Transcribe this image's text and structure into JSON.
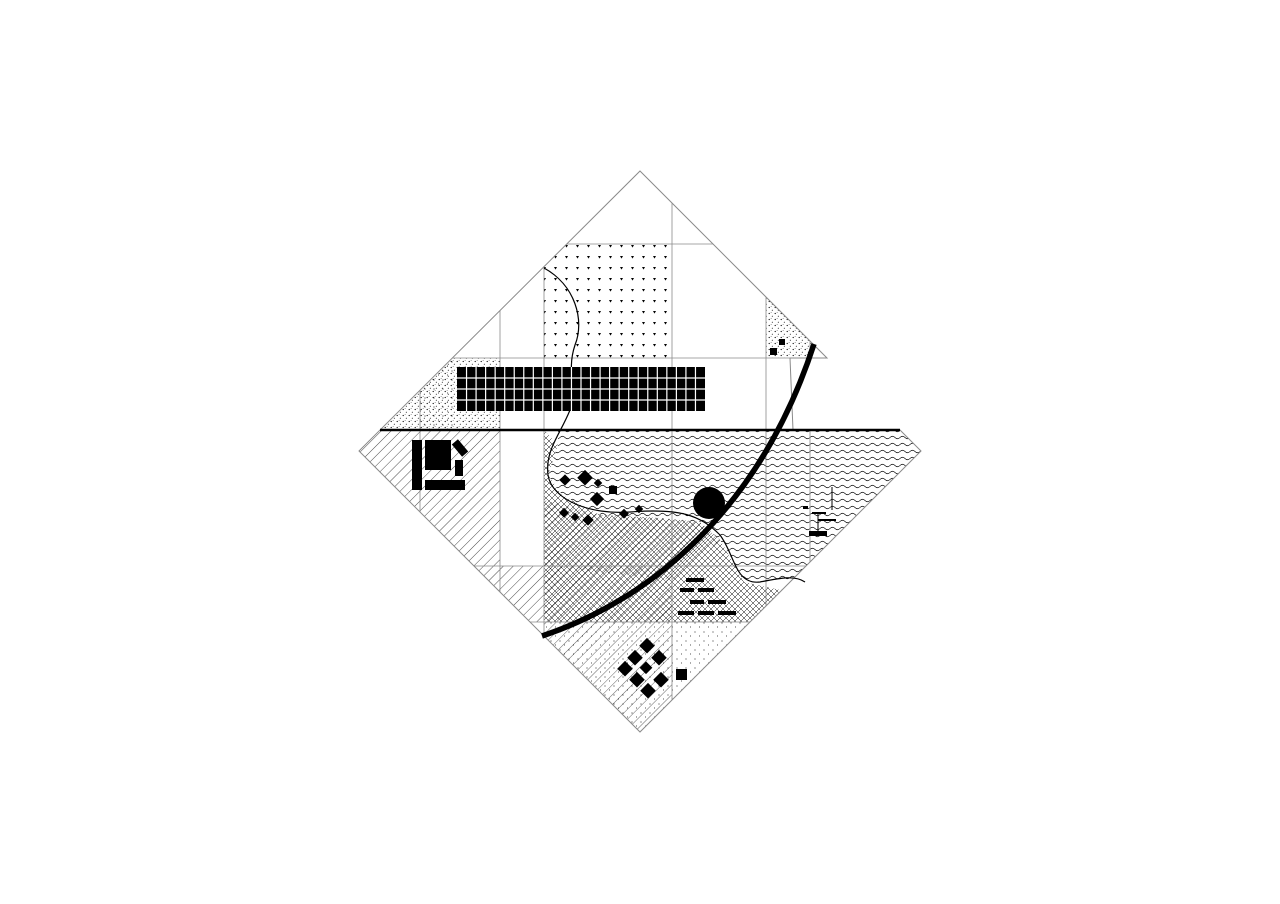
{
  "diagram": {
    "kind": "abstract-site-plan",
    "stroke_color": "#000000",
    "grid_line_color": "#8a8a8a",
    "background_color": "#ffffff",
    "hatch_patterns": [
      "diagonal-hatch",
      "wave-hatch",
      "dot-stipple",
      "triangle-dots",
      "cross-hatch",
      "brick-bars"
    ],
    "features": [
      "diamond-outline",
      "grid-lines",
      "horizontal-road",
      "curved-road",
      "winding-river",
      "building-grid-block",
      "circle-landmark",
      "scattered-buildings",
      "building-cluster"
    ]
  }
}
